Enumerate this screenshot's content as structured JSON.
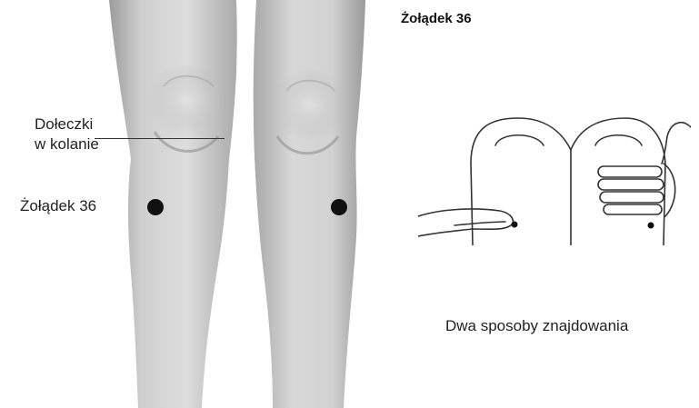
{
  "title": "Żołądek 36",
  "labels": {
    "dimples_line1": "Dołeczki",
    "dimples_line2": "w kolanie",
    "acupoint": "Żołądek 36"
  },
  "caption": "Dwa sposoby znajdowania",
  "colors": {
    "point": "#111111",
    "skin_light": "#d9d9d9",
    "skin_dark": "#a6a6a6"
  }
}
